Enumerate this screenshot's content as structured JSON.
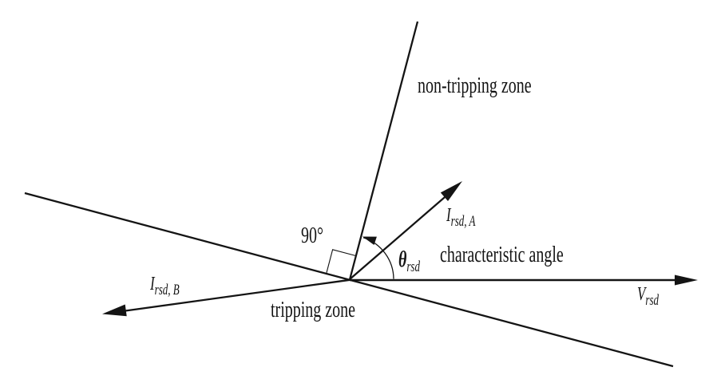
{
  "colors": {
    "background": "#ffffff",
    "ink": "#141414"
  },
  "zones": {
    "non_tripping_label": "non-tripping zone",
    "tripping_label": "tripping zone"
  },
  "angle_labels": {
    "right_angle": "90°",
    "characteristic": "characteristic angle"
  },
  "vectors": {
    "i_a": {
      "symbol": "I",
      "subscript": "rsd, A"
    },
    "i_b": {
      "symbol": "I",
      "subscript": "rsd, B"
    },
    "v": {
      "symbol": "V",
      "subscript": "rsd"
    },
    "theta": {
      "symbol": "θ",
      "subscript": "rsd"
    }
  }
}
